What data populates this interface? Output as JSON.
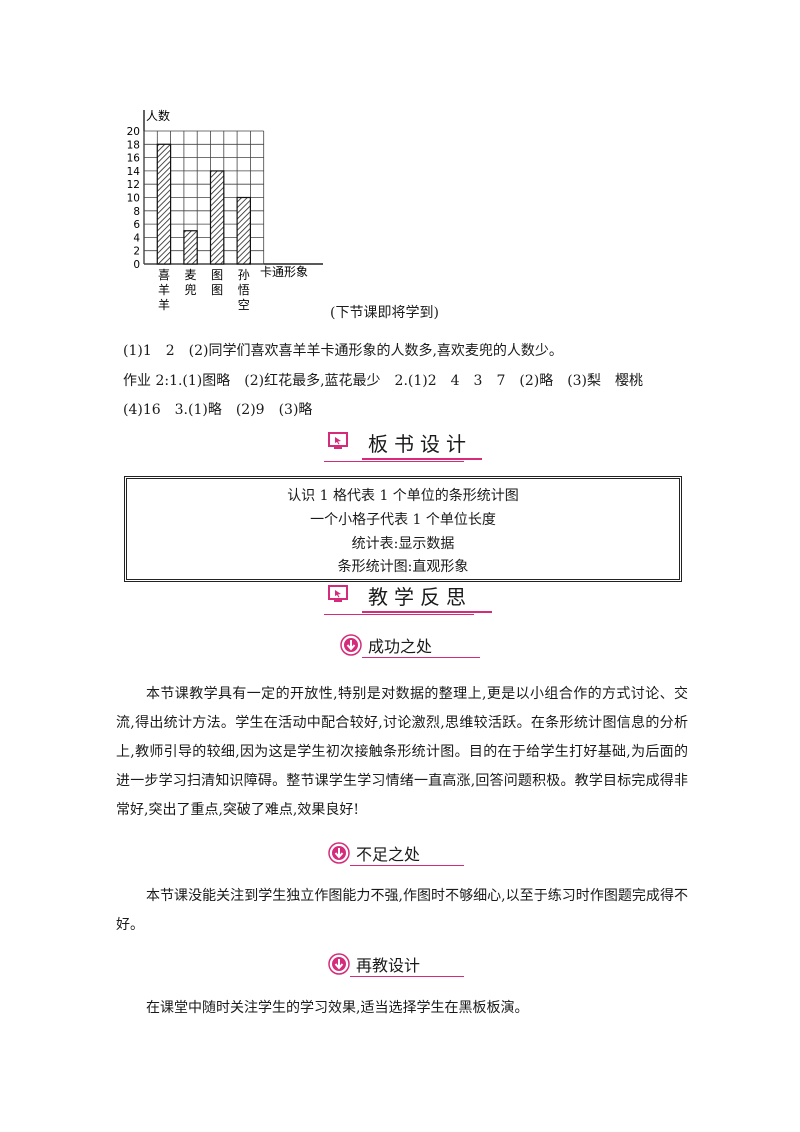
{
  "chart_data": {
    "type": "bar",
    "ylabel": "人数",
    "xlabel": "卡通形象",
    "categories": [
      "喜羊羊",
      "麦兜",
      "图图",
      "孙悟空"
    ],
    "category_labels": [
      [
        "喜",
        "羊",
        "羊"
      ],
      [
        "麦",
        "兜"
      ],
      [
        "图",
        "图"
      ],
      [
        "孙",
        "悟",
        "空"
      ]
    ],
    "values": [
      18,
      5,
      14,
      10
    ],
    "ylim": [
      0,
      20
    ],
    "yticks": [
      "0",
      "2",
      "4",
      "6",
      "8",
      "10",
      "12",
      "14",
      "16",
      "18",
      "20"
    ],
    "grid": true,
    "bar_fill": "diagonal-hatch"
  },
  "caption": "(下节课即将学到)",
  "answers": {
    "line1": "(1)1　2　(2)同学们喜欢喜羊羊卡通形象的人数多,喜欢麦兜的人数少。",
    "line2": "作业 2:1.(1)图略　(2)红花最多,蓝花最少　2.(1)2　4　3　7　(2)略　(3)梨　樱桃",
    "line3": "(4)16　3.(1)略　(2)9　(3)略"
  },
  "board_section": {
    "title": "板书设计",
    "lines": [
      "认识 1 格代表 1 个单位的条形统计图",
      "一个小格子代表 1 个单位长度",
      "统计表:显示数据",
      "条形统计图:直观形象"
    ]
  },
  "reflection_section": {
    "title": "教学反思"
  },
  "success": {
    "title": "成功之处",
    "text": "本节课教学具有一定的开放性,特别是对数据的整理上,更是以小组合作的方式讨论、交流,得出统计方法。学生在活动中配合较好,讨论激烈,思维较活跃。在条形统计图信息的分析上,教师引导的较细,因为这是学生初次接触条形统计图。目的在于给学生打好基础,为后面的进一步学习扫清知识障碍。整节课学生学习情绪一直高涨,回答问题积极。教学目标完成得非常好,突出了重点,突破了难点,效果良好!"
  },
  "shortcoming": {
    "title": "不足之处",
    "text": "本节课没能关注到学生独立作图能力不强,作图时不够细心,以至于练习时作图题完成得不好。"
  },
  "redesign": {
    "title": "再教设计",
    "text": "在课堂中随时关注学生的学习效果,适当选择学生在黑板板演。"
  },
  "colors": {
    "accent": "#d42c7a",
    "text": "#1a1a1a"
  },
  "icons": {
    "section": "monitor-cursor-icon",
    "sub": "down-arrow-circle-icon"
  }
}
